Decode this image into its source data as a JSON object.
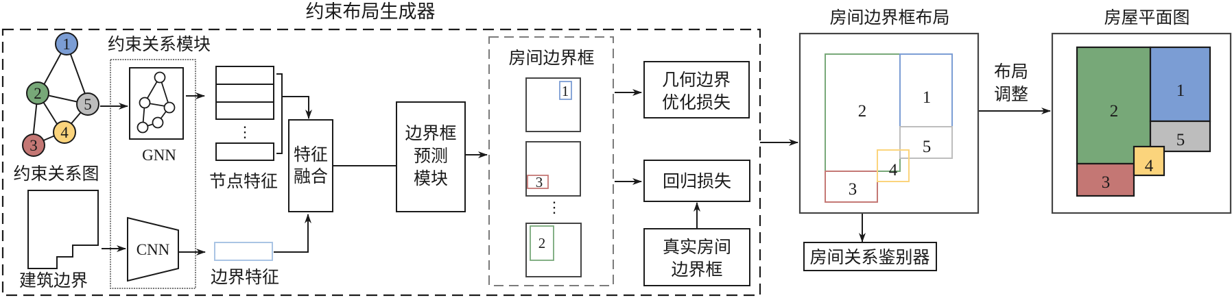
{
  "title": "约束布局生成器",
  "colors": {
    "room1": "#7b9dd4",
    "room2": "#77a878",
    "room3": "#c47774",
    "room4": "#fbd47c",
    "room5": "#bdbdbd",
    "boundary_feature": "#a9c4e4",
    "line": "#1a1a1a",
    "dashed_gray": "#7a7a7a"
  },
  "constraint_graph": {
    "label": "约束关系图",
    "nodes": [
      {
        "id": "1",
        "color": "room1"
      },
      {
        "id": "2",
        "color": "room2"
      },
      {
        "id": "3",
        "color": "room3"
      },
      {
        "id": "4",
        "color": "room4"
      },
      {
        "id": "5",
        "color": "room5"
      }
    ],
    "edges": [
      [
        "1",
        "2"
      ],
      [
        "1",
        "5"
      ],
      [
        "2",
        "5"
      ],
      [
        "2",
        "4"
      ],
      [
        "2",
        "3"
      ],
      [
        "3",
        "4"
      ],
      [
        "4",
        "5"
      ]
    ]
  },
  "building_boundary": {
    "label": "建筑边界"
  },
  "constraint_module": {
    "label": "约束关系模块",
    "gnn_label": "GNN",
    "cnn_label": "CNN"
  },
  "node_features": {
    "label": "节点特征",
    "ellipsis": "⋮"
  },
  "boundary_features": {
    "label": "边界特征"
  },
  "feature_fusion": {
    "line1": "特征",
    "line2": "融合"
  },
  "bbox_predictor": {
    "line1": "边界框",
    "line2": "预测",
    "line3": "模块"
  },
  "room_bboxes": {
    "label": "房间边界框",
    "items": [
      {
        "id": "1"
      },
      {
        "id": "3"
      },
      {
        "id": "2"
      }
    ],
    "ellipsis": "⋮"
  },
  "geometric_loss": {
    "line1": "几何边界",
    "line2": "优化损失"
  },
  "regression_loss": {
    "label": "回归损失"
  },
  "ground_truth": {
    "line1": "真实房间",
    "line2": "边界框"
  },
  "bbox_layout": {
    "label": "房间边界框布局",
    "rooms": [
      "1",
      "2",
      "3",
      "4",
      "5"
    ]
  },
  "room_discriminator": {
    "label": "房间关系鉴别器"
  },
  "layout_adjust": {
    "line1": "布局",
    "line2": "调整"
  },
  "floor_plan": {
    "label": "房屋平面图",
    "rooms": [
      "1",
      "2",
      "3",
      "4",
      "5"
    ]
  }
}
